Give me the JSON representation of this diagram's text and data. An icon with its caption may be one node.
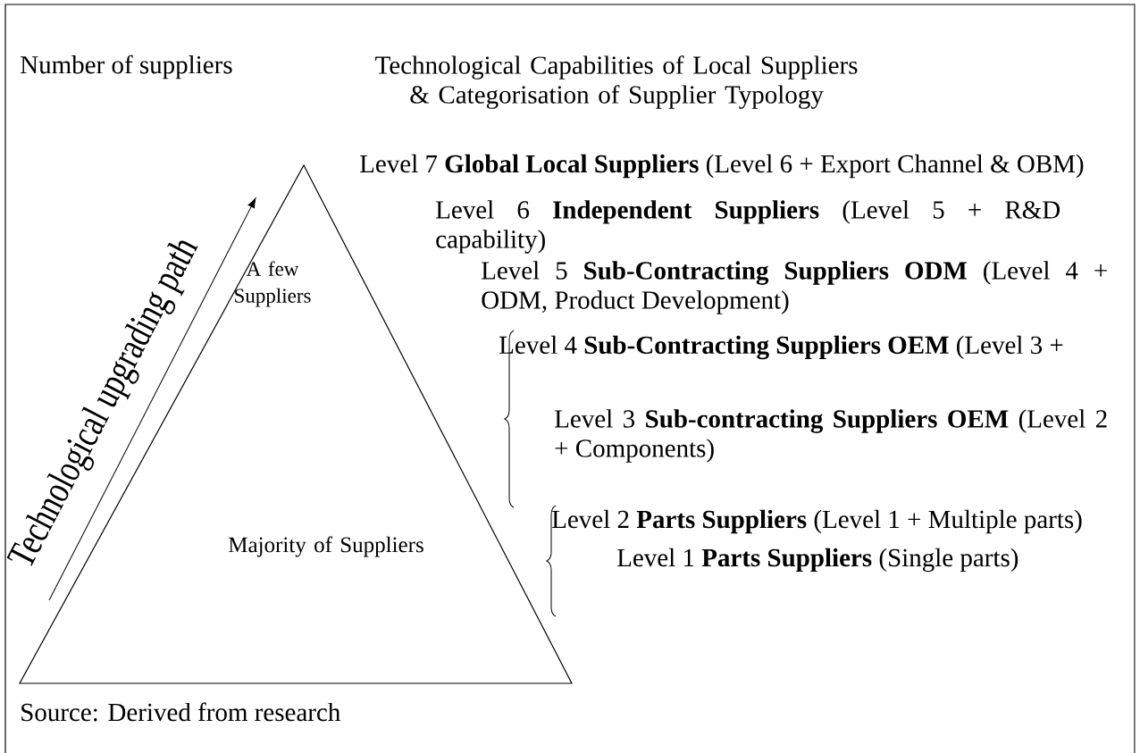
{
  "diagram": {
    "title": "Technological Capabilities of Local Suppliers & Categorisation of Supplier Typology",
    "caption": "Source: Derived from research",
    "nodes": [
      {
        "text": [
          "A few Suppliers",
          "Majority of Suppliers"
        ]
      }
    ],
    "labels": [
      "Number of suppliers",
      "Technological upgrading path",
      "Level 7   **Global Local Suppliers** (Level 6 + Export Channel & OBM)",
      "Level 6 **Independent Suppliers** (Level 5 + R&D capability)",
      "Level 5 **Sub-Contracting Suppliers ODM** (Level 4 + ODM, Product Development)",
      "Level 4 **Sub-Contracting Suppliers OEM** (Level 3 +",
      "Level 3 **Sub-contracting Suppliers OEM** (Level 2 + Components)",
      "Level 2 **Parts Suppliers** (Level 1 + Multiple parts)",
      "Level 1 **Parts Suppliers** (Single parts)"
    ]
  }
}
